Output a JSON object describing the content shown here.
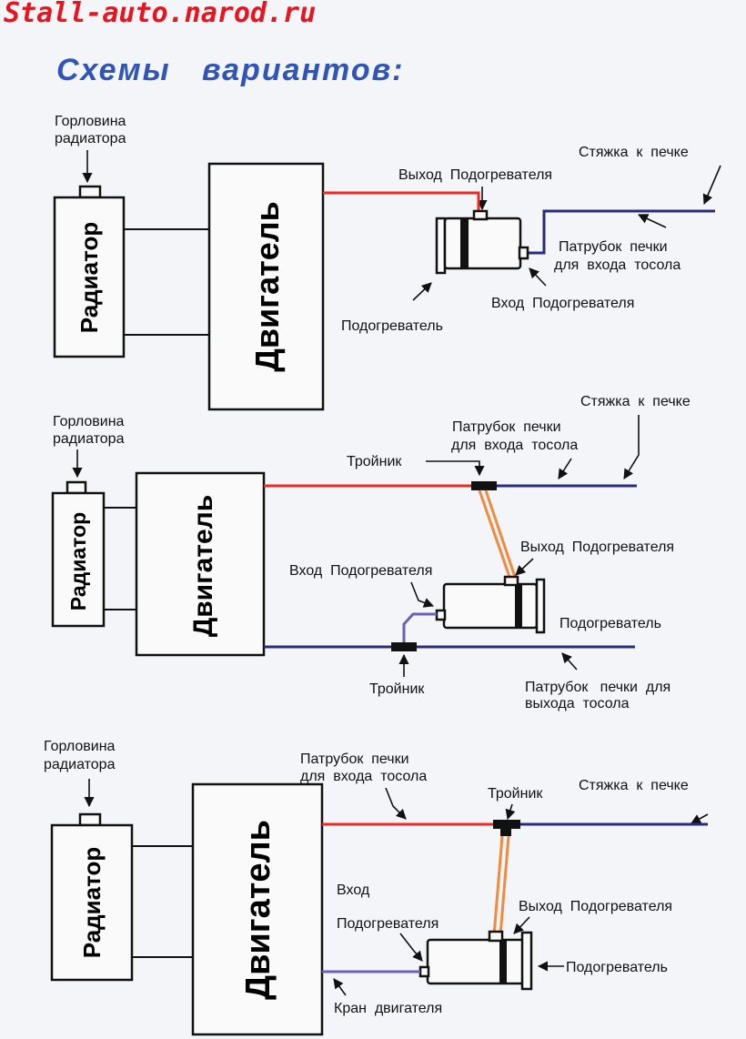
{
  "header": {
    "site": "Stall-auto.narod.ru",
    "title": "Схемы   вариантов:"
  },
  "colors": {
    "outlet_line": "#ee2a24",
    "return_line": "#2b2b7e",
    "heater_link": "#f08a3c",
    "engine_tap": "#6d5fb8",
    "title": "#2f55b8",
    "site": "#e8141e"
  },
  "diagram1": {
    "neck_l1": "Горловина",
    "neck_l2": "радиатора",
    "radiator": "Радиатор",
    "engine": "Двигатель",
    "outlet": "Выход  Подогревателя",
    "stove_tie": "Стяжка  к  печке",
    "pipe_l1": "Патрубок  печки",
    "pipe_l2": "для  входа  тосола",
    "inlet": "Вход  Подогревателя",
    "heater": "Подогреватель"
  },
  "diagram2": {
    "neck_l1": "Горловина",
    "neck_l2": "радиатора",
    "radiator": "Радиатор",
    "engine": "Двигатель",
    "stove_tie": "Стяжка  к  печке",
    "pipe_in_l1": "Патрубок  печки",
    "pipe_in_l2": "для  входа  тосола",
    "tee_top": "Тройник",
    "outlet": "Выход  Подогревателя",
    "inlet": "Вход  Подогревателя",
    "heater": "Подогреватель",
    "tee_bottom": "Тройник",
    "pipe_out_l1": "Патрубок   печки  для",
    "pipe_out_l2": "выхода  тосола"
  },
  "diagram3": {
    "neck_l1": "Горловина",
    "neck_l2": "радиатора",
    "radiator": "Радиатор",
    "engine": "Двигатель",
    "pipe_in_l1": "Патрубок  печки",
    "pipe_in_l2": "для  входа  тосола",
    "tee": "Тройник",
    "stove_tie": "Стяжка  к  печке",
    "inlet_l1": "Вход",
    "inlet_l2": "Подогревателя",
    "outlet": "Выход  Подогревателя",
    "heater": "Подогреватель",
    "engine_tap": "Кран  двигателя"
  }
}
